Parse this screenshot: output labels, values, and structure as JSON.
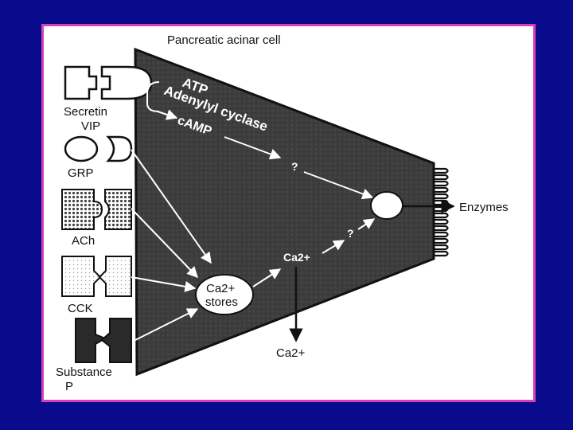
{
  "diagram": {
    "title": "Pancreatic acinar cell",
    "receptors": [
      {
        "label_line1": "Secretin",
        "label_line2": "VIP"
      },
      {
        "label_line1": "GRP",
        "label_line2": ""
      },
      {
        "label_line1": "ACh",
        "label_line2": ""
      },
      {
        "label_line1": "CCK",
        "label_line2": ""
      },
      {
        "label_line1": "Substance",
        "label_line2": "P"
      }
    ],
    "pathway": {
      "atp": "ATP",
      "adenylyl_cyclase": "Adenylyl cyclase",
      "camp": "cAMP",
      "unknown_1": "?",
      "unknown_2": "?",
      "ca_cytosolic": "Ca2+",
      "ca_stores_line1": "Ca2+",
      "ca_stores_line2": "stores",
      "ca_extracellular": "Ca2+"
    },
    "output": "Enzymes"
  },
  "colors": {
    "background": "#0a0a8c",
    "frame_border": "#d642b6",
    "cell": "#3a3a3a"
  }
}
